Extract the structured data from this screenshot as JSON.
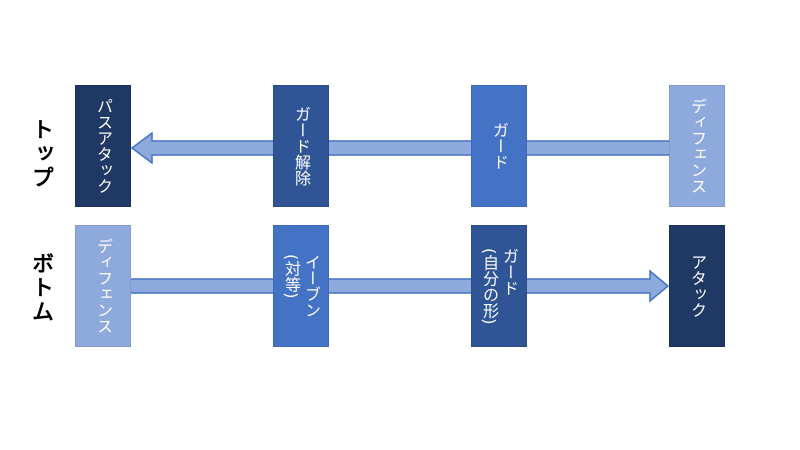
{
  "rows": {
    "top": {
      "label": "トップ",
      "boxes": [
        {
          "text": "パスアタック"
        },
        {
          "text": "ガード解除"
        },
        {
          "text": "ガード"
        },
        {
          "text": "ディフェンス"
        }
      ]
    },
    "bottom": {
      "label": "ボトム",
      "boxes": [
        {
          "text": "ディフェンス"
        },
        {
          "text": "イーブン\n(対等)"
        },
        {
          "text": "ガード\n(自分の形)"
        },
        {
          "text": "アタック"
        }
      ]
    }
  },
  "colors": {
    "arrow_fill": "#8ea9db",
    "arrow_stroke": "#4472c4",
    "light": "#8ea9db",
    "mid": "#4472c4",
    "dark": "#2f5597",
    "navy": "#1f3864"
  }
}
